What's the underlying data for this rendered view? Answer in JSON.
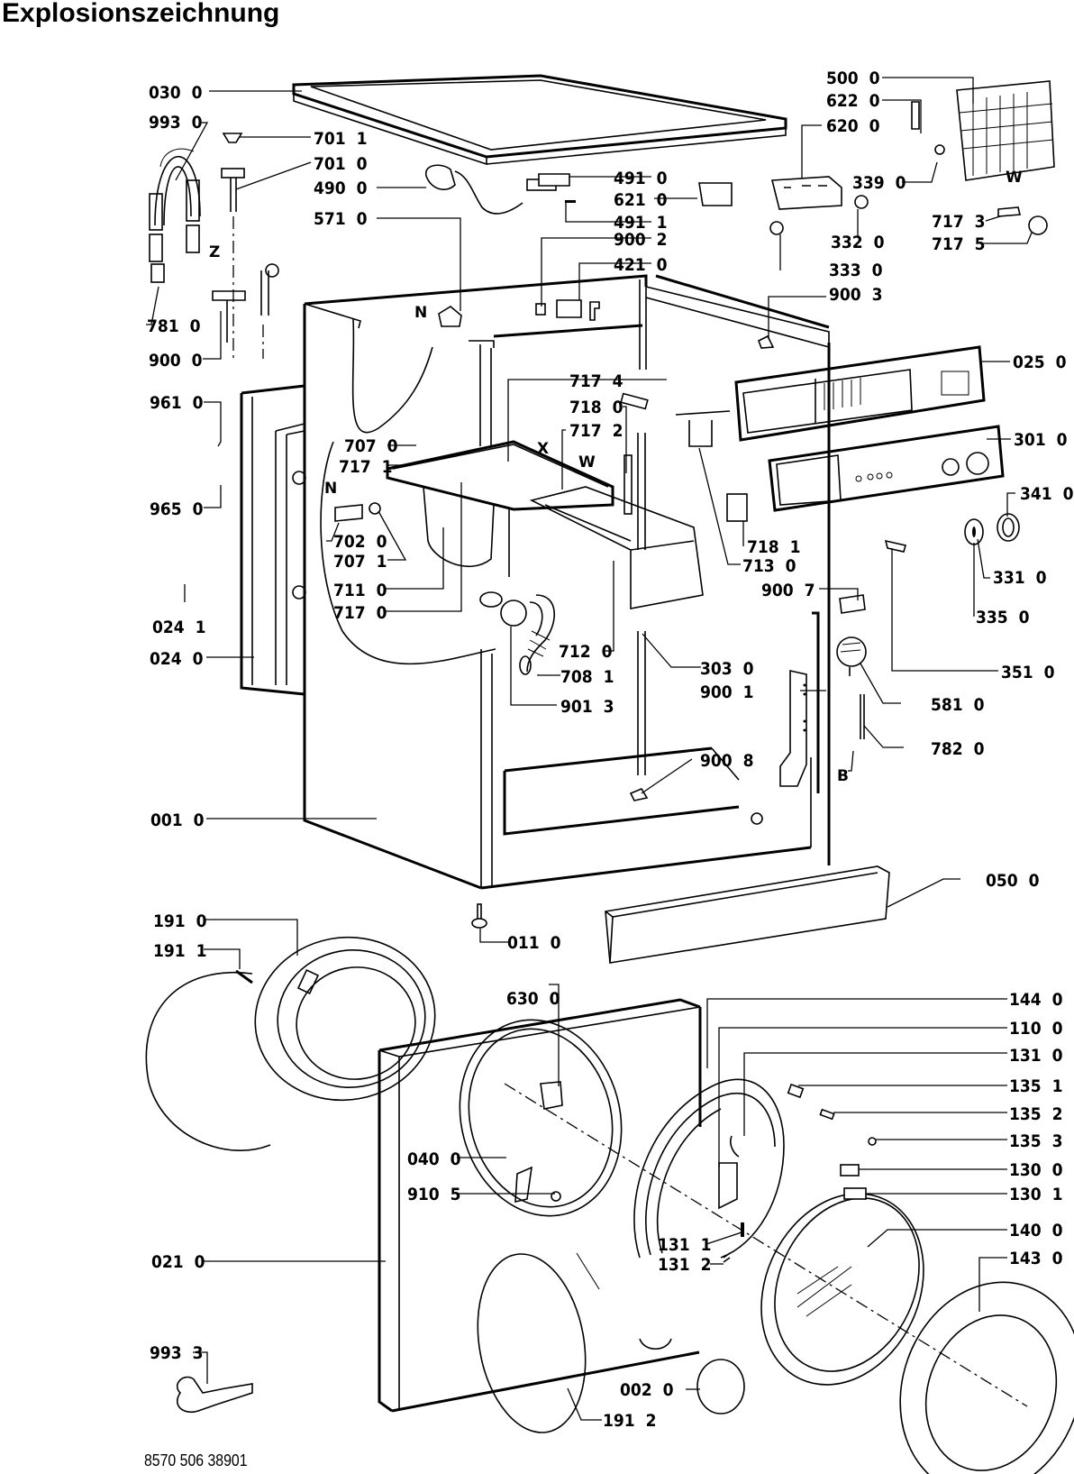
{
  "title": "Explosionszeichnung",
  "footer_code": "8570 506 38901",
  "callouts": [
    {
      "id": "030-0",
      "label": "030  0"
    },
    {
      "id": "993-0",
      "label": "993  0"
    },
    {
      "id": "701-1",
      "label": "701  1"
    },
    {
      "id": "701-0",
      "label": "701  0"
    },
    {
      "id": "490-0",
      "label": "490  0"
    },
    {
      "id": "571-0",
      "label": "571  0"
    },
    {
      "id": "781-0",
      "label": "781  0"
    },
    {
      "id": "900-0",
      "label": "900  0"
    },
    {
      "id": "961-0",
      "label": "961  0"
    },
    {
      "id": "965-0",
      "label": "965  0"
    },
    {
      "id": "024-1",
      "label": "024  1"
    },
    {
      "id": "024-0",
      "label": "024  0"
    },
    {
      "id": "707-0",
      "label": "707  0"
    },
    {
      "id": "717-1",
      "label": "717  1"
    },
    {
      "id": "702-0",
      "label": "702  0"
    },
    {
      "id": "707-1",
      "label": "707  1"
    },
    {
      "id": "711-0",
      "label": "711  0"
    },
    {
      "id": "717-0",
      "label": "717  0"
    },
    {
      "id": "491-0",
      "label": "491  0"
    },
    {
      "id": "621-0",
      "label": "621  0"
    },
    {
      "id": "491-1",
      "label": "491  1"
    },
    {
      "id": "900-2",
      "label": "900  2"
    },
    {
      "id": "421-0",
      "label": "421  0"
    },
    {
      "id": "500-0",
      "label": "500  0"
    },
    {
      "id": "622-0",
      "label": "622  0"
    },
    {
      "id": "620-0",
      "label": "620  0"
    },
    {
      "id": "339-0",
      "label": "339  0"
    },
    {
      "id": "332-0",
      "label": "332  0"
    },
    {
      "id": "333-0",
      "label": "333  0"
    },
    {
      "id": "900-3",
      "label": "900  3"
    },
    {
      "id": "717-3",
      "label": "717  3"
    },
    {
      "id": "717-5",
      "label": "717  5"
    },
    {
      "id": "717-4",
      "label": "717  4"
    },
    {
      "id": "718-0",
      "label": "718  0"
    },
    {
      "id": "717-2",
      "label": "717  2"
    },
    {
      "id": "025-0",
      "label": "025  0"
    },
    {
      "id": "301-0",
      "label": "301  0"
    },
    {
      "id": "341-0",
      "label": "341  0"
    },
    {
      "id": "331-0",
      "label": "331  0"
    },
    {
      "id": "335-0",
      "label": "335  0"
    },
    {
      "id": "718-1",
      "label": "718  1"
    },
    {
      "id": "713-0",
      "label": "713  0"
    },
    {
      "id": "900-7",
      "label": "900  7"
    },
    {
      "id": "351-0",
      "label": "351  0"
    },
    {
      "id": "712-0",
      "label": "712  0"
    },
    {
      "id": "708-1",
      "label": "708  1"
    },
    {
      "id": "901-3",
      "label": "901  3"
    },
    {
      "id": "303-0",
      "label": "303  0"
    },
    {
      "id": "900-1",
      "label": "900  1"
    },
    {
      "id": "581-0",
      "label": "581  0"
    },
    {
      "id": "782-0",
      "label": "782  0"
    },
    {
      "id": "900-8",
      "label": "900  8"
    },
    {
      "id": "001-0",
      "label": "001  0"
    },
    {
      "id": "050-0",
      "label": "050  0"
    },
    {
      "id": "011-0",
      "label": "011  0"
    },
    {
      "id": "191-0",
      "label": "191  0"
    },
    {
      "id": "191-1",
      "label": "191  1"
    },
    {
      "id": "630-0",
      "label": "630  0"
    },
    {
      "id": "144-0",
      "label": "144  0"
    },
    {
      "id": "110-0",
      "label": "110  0"
    },
    {
      "id": "131-0",
      "label": "131  0"
    },
    {
      "id": "135-1",
      "label": "135  1"
    },
    {
      "id": "135-2",
      "label": "135  2"
    },
    {
      "id": "135-3",
      "label": "135  3"
    },
    {
      "id": "130-0",
      "label": "130  0"
    },
    {
      "id": "130-1",
      "label": "130  1"
    },
    {
      "id": "040-0",
      "label": "040  0"
    },
    {
      "id": "910-5",
      "label": "910  5"
    },
    {
      "id": "131-1",
      "label": "131  1"
    },
    {
      "id": "131-2",
      "label": "131  2"
    },
    {
      "id": "140-0",
      "label": "140  0"
    },
    {
      "id": "021-0",
      "label": "021  0"
    },
    {
      "id": "143-0",
      "label": "143  0"
    },
    {
      "id": "993-3",
      "label": "993  3"
    },
    {
      "id": "002-0",
      "label": "002  0"
    },
    {
      "id": "191-2",
      "label": "191  2"
    }
  ],
  "markers": [
    {
      "id": "Z",
      "label": "Z"
    },
    {
      "id": "N1",
      "label": "N"
    },
    {
      "id": "N2",
      "label": "N"
    },
    {
      "id": "X",
      "label": "X"
    },
    {
      "id": "W1",
      "label": "W"
    },
    {
      "id": "W2",
      "label": "W"
    },
    {
      "id": "B",
      "label": "B"
    }
  ]
}
